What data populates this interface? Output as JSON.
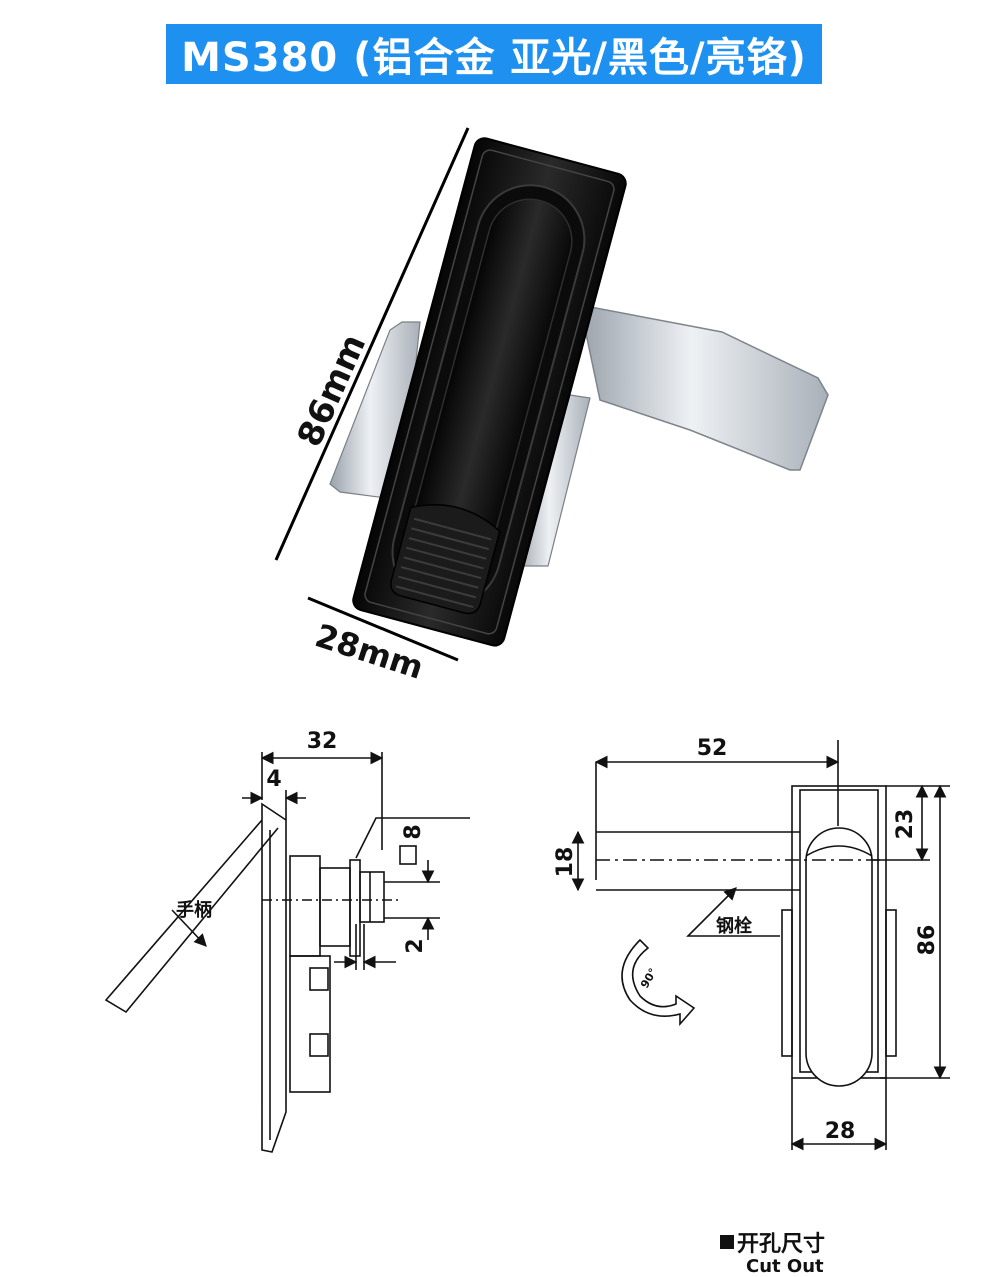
{
  "title": "MS380 (铝合金 亚光/黑色/亮铬)",
  "photo": {
    "length_label": "86mm",
    "width_label": "28mm"
  },
  "side_view": {
    "dim_total": "32",
    "dim_panel": "4",
    "dim_step": "8",
    "dim_gap": "2",
    "handle_label": "手柄"
  },
  "front_view": {
    "dim_bolt_length": "52",
    "dim_bolt_width": "18",
    "dim_top_offset": "23",
    "dim_height": "86",
    "dim_width": "28",
    "bolt_label": "钢栓",
    "rotation_label": "90°"
  },
  "caption": {
    "cn": "开孔尺寸",
    "en": "Cut Out"
  },
  "colors": {
    "banner": "#1e90f0",
    "handle_black": "#141414",
    "chrome": "#c8ccd2"
  }
}
